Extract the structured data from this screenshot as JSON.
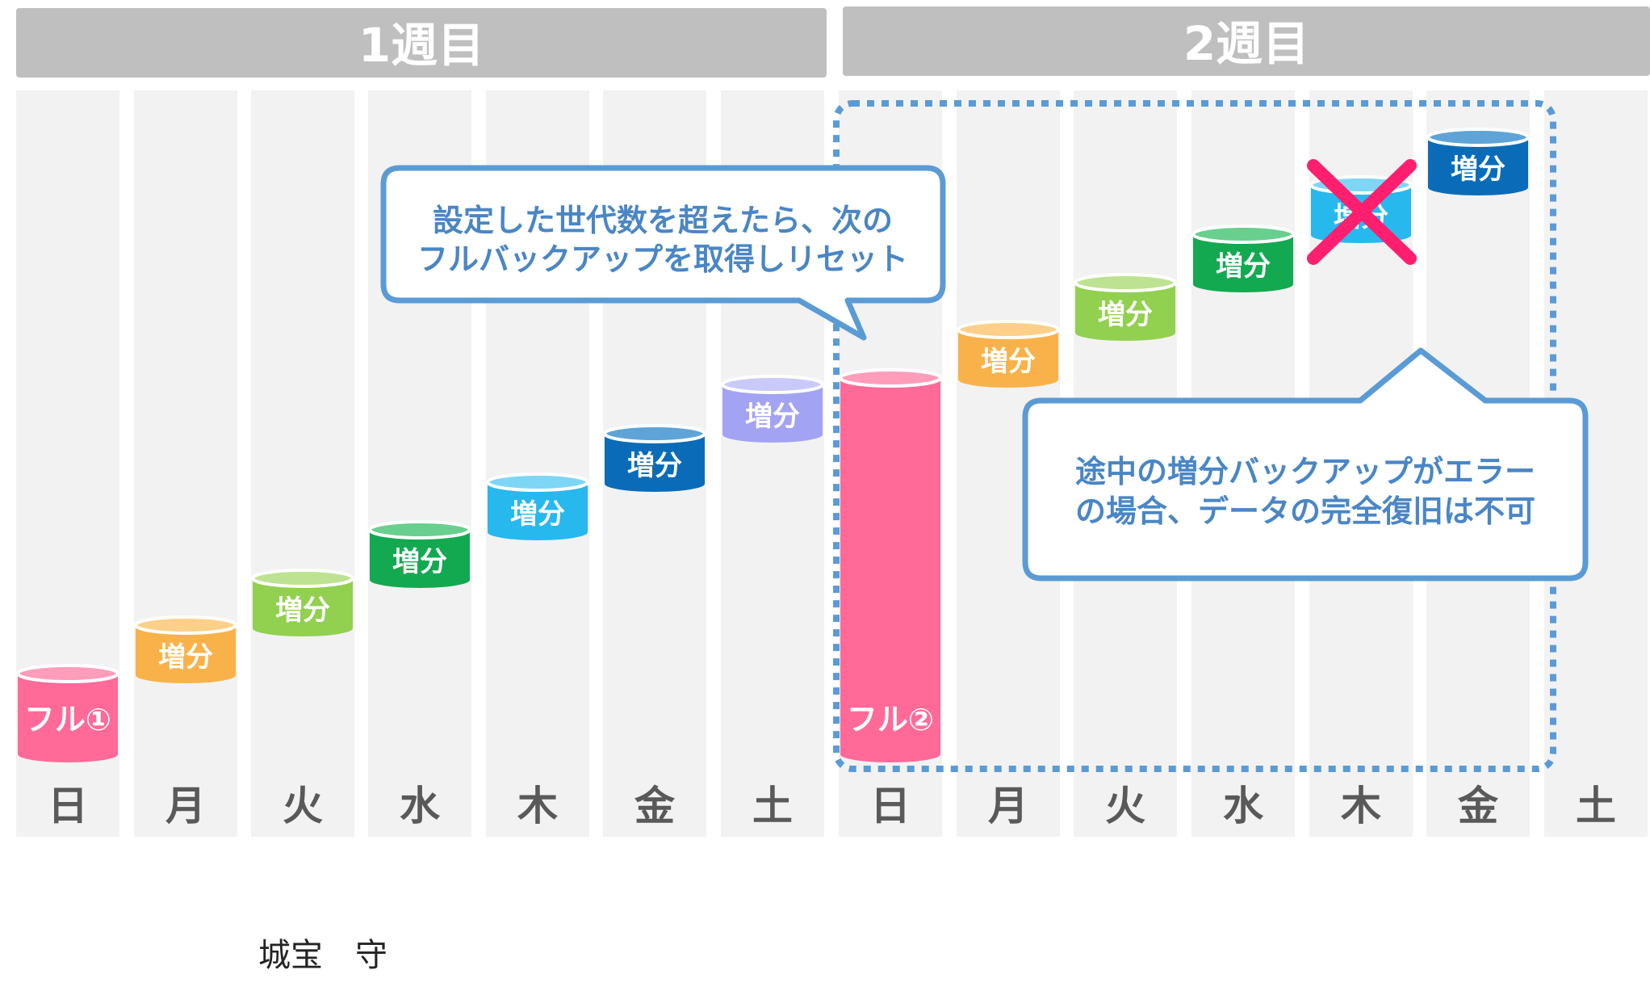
{
  "weeks": [
    {
      "label": "1週目"
    },
    {
      "label": "2週目"
    }
  ],
  "days": [
    {
      "label": "日"
    },
    {
      "label": "月"
    },
    {
      "label": "火"
    },
    {
      "label": "水"
    },
    {
      "label": "木"
    },
    {
      "label": "金"
    },
    {
      "label": "土"
    },
    {
      "label": "日"
    },
    {
      "label": "月"
    },
    {
      "label": "火"
    },
    {
      "label": "水"
    },
    {
      "label": "木"
    },
    {
      "label": "金"
    },
    {
      "label": "土"
    }
  ],
  "backups": [
    {
      "label": "フル①",
      "kind": "full",
      "color": "#ff6a98",
      "top": "#ff9dbb"
    },
    {
      "label": "増分",
      "kind": "incremental",
      "color": "#f9b24a",
      "top": "#fdd089"
    },
    {
      "label": "増分",
      "kind": "incremental",
      "color": "#92d050",
      "top": "#bde392"
    },
    {
      "label": "増分",
      "kind": "incremental",
      "color": "#13a951",
      "top": "#69cf8f"
    },
    {
      "label": "増分",
      "kind": "incremental",
      "color": "#27b8ee",
      "top": "#7ed6f6"
    },
    {
      "label": "増分",
      "kind": "incremental",
      "color": "#0a6cb8",
      "top": "#5ea4d8"
    },
    {
      "label": "増分",
      "kind": "incremental",
      "color": "#a3a3f3",
      "top": "#c9c9fa"
    },
    {
      "label": "フル②",
      "kind": "full",
      "color": "#ff6a98",
      "top": "#ff9dbb"
    },
    {
      "label": "増分",
      "kind": "incremental",
      "color": "#f9b24a",
      "top": "#fdd089"
    },
    {
      "label": "増分",
      "kind": "incremental",
      "color": "#92d050",
      "top": "#bde392"
    },
    {
      "label": "増分",
      "kind": "incremental",
      "color": "#13a951",
      "top": "#69cf8f"
    },
    {
      "label": "増分",
      "kind": "incremental",
      "color": "#27b8ee",
      "top": "#7ed6f6",
      "failed": true
    },
    {
      "label": "増分",
      "kind": "incremental",
      "color": "#0a6cb8",
      "top": "#5ea4d8"
    }
  ],
  "callouts": {
    "reset": {
      "lines": [
        "設定した世代数を超えたら、次の",
        "フルバックアップを取得しリセット"
      ]
    },
    "error": {
      "lines": [
        "途中の増分バックアップがエラー",
        "の場合、データの完全復旧は不可"
      ]
    }
  },
  "author": "城宝　守",
  "colors": {
    "header": "#bfbfbf",
    "column": "#f2f2f2",
    "callout_border": "#5b9bd5",
    "dotted_frame": "#5b9bd5",
    "fail_cross": "#ff1f6e"
  }
}
